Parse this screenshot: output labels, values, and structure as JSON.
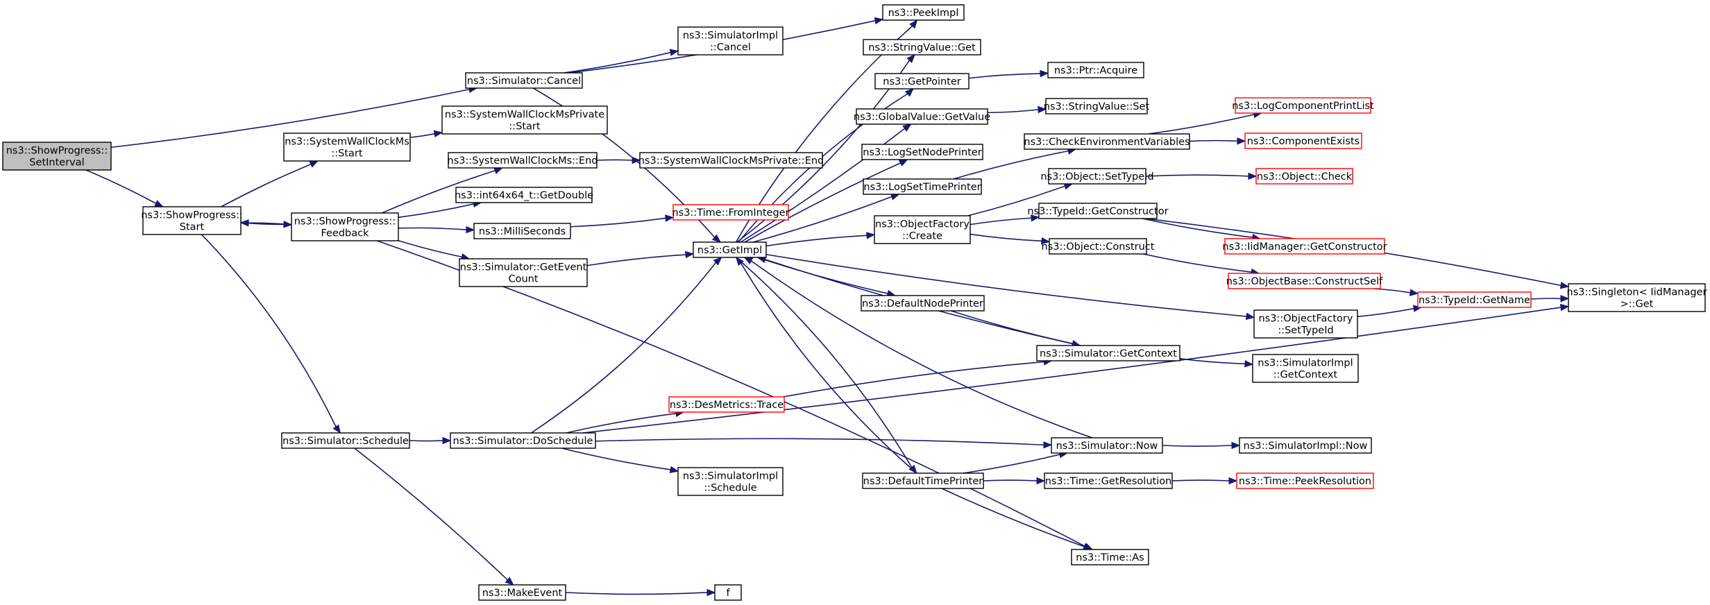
{
  "nodes": [
    {
      "id": "setinterval",
      "lines": [
        "ns3::ShowProgress::",
        "SetInterval"
      ],
      "style": "root"
    },
    {
      "id": "start",
      "lines": [
        "ns3::ShowProgress::",
        "Start"
      ]
    },
    {
      "id": "feedback",
      "lines": [
        "ns3::ShowProgress::",
        "Feedback"
      ]
    },
    {
      "id": "swcms_start",
      "lines": [
        "ns3::SystemWallClockMs",
        "::Start"
      ]
    },
    {
      "id": "swcmsp_start",
      "lines": [
        "ns3::SystemWallClockMsPrivate",
        "::Start"
      ]
    },
    {
      "id": "swcms_end",
      "lines": [
        "ns3::SystemWallClockMs::End"
      ]
    },
    {
      "id": "swcmsp_end",
      "lines": [
        "ns3::SystemWallClockMsPrivate::End"
      ]
    },
    {
      "id": "getdouble",
      "lines": [
        "ns3::int64x64_t::GetDouble"
      ]
    },
    {
      "id": "milliseconds",
      "lines": [
        "ns3::MilliSeconds"
      ]
    },
    {
      "id": "fromint",
      "lines": [
        "ns3::Time::FromInteger"
      ],
      "style": "red"
    },
    {
      "id": "geteventcount",
      "lines": [
        "ns3::Simulator::GetEvent",
        "Count"
      ]
    },
    {
      "id": "sim_cancel",
      "lines": [
        "ns3::Simulator::Cancel"
      ]
    },
    {
      "id": "simimpl_cancel",
      "lines": [
        "ns3::SimulatorImpl",
        "::Cancel"
      ]
    },
    {
      "id": "getimpl",
      "lines": [
        "ns3::GetImpl"
      ]
    },
    {
      "id": "peekimpl",
      "lines": [
        "ns3::PeekImpl"
      ]
    },
    {
      "id": "strval_get",
      "lines": [
        "ns3::StringValue::Get"
      ]
    },
    {
      "id": "getpointer",
      "lines": [
        "ns3::GetPointer"
      ]
    },
    {
      "id": "ptr_acquire",
      "lines": [
        "ns3::Ptr::Acquire"
      ]
    },
    {
      "id": "gv_getvalue",
      "lines": [
        "ns3::GlobalValue::GetValue"
      ]
    },
    {
      "id": "strval_set",
      "lines": [
        "ns3::StringValue::Set"
      ]
    },
    {
      "id": "logsetnode",
      "lines": [
        "ns3::LogSetNodePrinter"
      ]
    },
    {
      "id": "logsettime",
      "lines": [
        "ns3::LogSetTimePrinter"
      ]
    },
    {
      "id": "checkenv",
      "lines": [
        "ns3::CheckEnvironmentVariables"
      ]
    },
    {
      "id": "logcomplist",
      "lines": [
        "ns3::LogComponentPrintList"
      ],
      "style": "red"
    },
    {
      "id": "compexists",
      "lines": [
        "ns3::ComponentExists"
      ],
      "style": "red"
    },
    {
      "id": "objfact_create",
      "lines": [
        "ns3::ObjectFactory",
        "::Create"
      ]
    },
    {
      "id": "obj_settypeid",
      "lines": [
        "ns3::Object::SetTypeId"
      ]
    },
    {
      "id": "obj_check",
      "lines": [
        "ns3::Object::Check"
      ],
      "style": "red"
    },
    {
      "id": "typeid_getctor",
      "lines": [
        "ns3::TypeId::GetConstructor"
      ]
    },
    {
      "id": "iidmgr_getctor",
      "lines": [
        "ns3::IidManager::GetConstructor"
      ],
      "style": "red"
    },
    {
      "id": "obj_construct",
      "lines": [
        "ns3::Object::Construct"
      ]
    },
    {
      "id": "objbase_cself",
      "lines": [
        "ns3::ObjectBase::ConstructSelf"
      ],
      "style": "red"
    },
    {
      "id": "typeid_getname",
      "lines": [
        "ns3::TypeId::GetName"
      ],
      "style": "red"
    },
    {
      "id": "singleton_get",
      "lines": [
        "ns3::Singleton< IidManager",
        ">::Get"
      ]
    },
    {
      "id": "objfact_settypeid",
      "lines": [
        "ns3::ObjectFactory",
        "::SetTypeId"
      ]
    },
    {
      "id": "defnodeprinter",
      "lines": [
        "ns3::DefaultNodePrinter"
      ]
    },
    {
      "id": "sim_getcontext",
      "lines": [
        "ns3::Simulator::GetContext"
      ]
    },
    {
      "id": "simimpl_getcontext",
      "lines": [
        "ns3::SimulatorImpl",
        "::GetContext"
      ]
    },
    {
      "id": "desmetrics",
      "lines": [
        "ns3::DesMetrics::Trace"
      ],
      "style": "red"
    },
    {
      "id": "sim_schedule",
      "lines": [
        "ns3::Simulator::Schedule"
      ]
    },
    {
      "id": "sim_doschedule",
      "lines": [
        "ns3::Simulator::DoSchedule"
      ]
    },
    {
      "id": "simimpl_schedule",
      "lines": [
        "ns3::SimulatorImpl",
        "::Schedule"
      ]
    },
    {
      "id": "sim_now",
      "lines": [
        "ns3::Simulator::Now"
      ]
    },
    {
      "id": "simimpl_now",
      "lines": [
        "ns3::SimulatorImpl::Now"
      ]
    },
    {
      "id": "deftimeprinter",
      "lines": [
        "ns3::DefaultTimePrinter"
      ]
    },
    {
      "id": "time_getres",
      "lines": [
        "ns3::Time::GetResolution"
      ]
    },
    {
      "id": "time_peekres",
      "lines": [
        "ns3::Time::PeekResolution"
      ],
      "style": "red"
    },
    {
      "id": "time_as",
      "lines": [
        "ns3::Time::As"
      ]
    },
    {
      "id": "makeevent",
      "lines": [
        "ns3::MakeEvent"
      ]
    },
    {
      "id": "f",
      "lines": [
        "f"
      ]
    }
  ],
  "edges": [
    [
      "setinterval",
      "start"
    ],
    [
      "setinterval",
      "sim_cancel"
    ],
    [
      "start",
      "swcms_start"
    ],
    [
      "start",
      "feedback"
    ],
    [
      "start",
      "sim_schedule"
    ],
    [
      "feedback",
      "start"
    ],
    [
      "feedback",
      "swcms_end"
    ],
    [
      "feedback",
      "getdouble"
    ],
    [
      "feedback",
      "milliseconds"
    ],
    [
      "feedback",
      "geteventcount"
    ],
    [
      "feedback",
      "time_as"
    ],
    [
      "swcms_start",
      "swcmsp_start"
    ],
    [
      "swcms_end",
      "swcmsp_end"
    ],
    [
      "milliseconds",
      "fromint"
    ],
    [
      "geteventcount",
      "getimpl"
    ],
    [
      "sim_cancel",
      "simimpl_cancel"
    ],
    [
      "sim_cancel",
      "getimpl"
    ],
    [
      "sim_cancel",
      "peekimpl"
    ],
    [
      "getimpl",
      "peekimpl"
    ],
    [
      "getimpl",
      "strval_get"
    ],
    [
      "getimpl",
      "getpointer"
    ],
    [
      "getimpl",
      "gv_getvalue"
    ],
    [
      "getimpl",
      "logsetnode"
    ],
    [
      "getimpl",
      "logsettime"
    ],
    [
      "getimpl",
      "objfact_create"
    ],
    [
      "getimpl",
      "defnodeprinter"
    ],
    [
      "getimpl",
      "deftimeprinter"
    ],
    [
      "getimpl",
      "objfact_settypeid"
    ],
    [
      "getpointer",
      "ptr_acquire"
    ],
    [
      "gv_getvalue",
      "strval_set"
    ],
    [
      "logsettime",
      "checkenv"
    ],
    [
      "checkenv",
      "logcomplist"
    ],
    [
      "checkenv",
      "compexists"
    ],
    [
      "objfact_create",
      "obj_settypeid"
    ],
    [
      "objfact_create",
      "typeid_getctor"
    ],
    [
      "objfact_create",
      "obj_construct"
    ],
    [
      "obj_settypeid",
      "obj_check"
    ],
    [
      "typeid_getctor",
      "iidmgr_getctor"
    ],
    [
      "typeid_getctor",
      "singleton_get"
    ],
    [
      "obj_construct",
      "objbase_cself"
    ],
    [
      "objbase_cself",
      "typeid_getname"
    ],
    [
      "objfact_settypeid",
      "typeid_getname"
    ],
    [
      "typeid_getname",
      "singleton_get"
    ],
    [
      "defnodeprinter",
      "sim_getcontext"
    ],
    [
      "sim_getcontext",
      "getimpl"
    ],
    [
      "sim_getcontext",
      "simimpl_getcontext"
    ],
    [
      "desmetrics",
      "sim_getcontext"
    ],
    [
      "sim_schedule",
      "sim_doschedule"
    ],
    [
      "sim_schedule",
      "makeevent"
    ],
    [
      "sim_doschedule",
      "getimpl"
    ],
    [
      "sim_doschedule",
      "desmetrics"
    ],
    [
      "sim_doschedule",
      "simimpl_schedule"
    ],
    [
      "sim_doschedule",
      "sim_now"
    ],
    [
      "sim_doschedule",
      "singleton_get"
    ],
    [
      "sim_now",
      "getimpl"
    ],
    [
      "sim_now",
      "simimpl_now"
    ],
    [
      "deftimeprinter",
      "getimpl"
    ],
    [
      "deftimeprinter",
      "sim_now"
    ],
    [
      "deftimeprinter",
      "time_getres"
    ],
    [
      "deftimeprinter",
      "time_as"
    ],
    [
      "time_getres",
      "time_peekres"
    ],
    [
      "makeevent",
      "f"
    ]
  ]
}
